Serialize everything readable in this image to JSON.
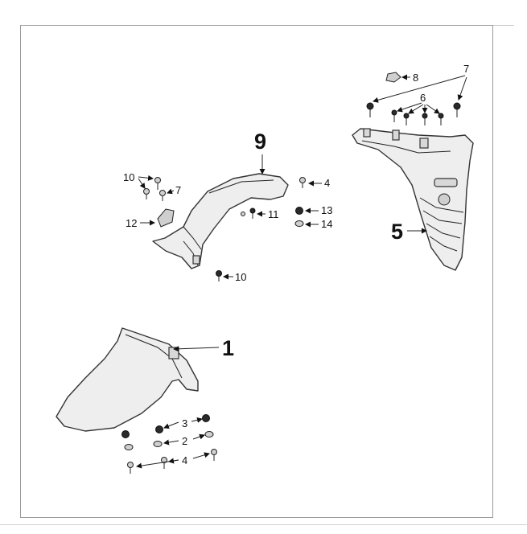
{
  "diagram": {
    "labels": {
      "fender_front": "1",
      "fender_rear_inner": "5",
      "fender_rear_upper": "9",
      "screw_10_top": "10",
      "clip_7_left": "7",
      "bracket_12": "12",
      "screw_4_top": "4",
      "screw_11": "11",
      "nut_13": "13",
      "washer_14": "14",
      "screw_10_bottom": "10",
      "nut_8": "8",
      "clip_7_right": "7",
      "screw_6": "6",
      "nut_3": "3",
      "washer_2": "2",
      "screw_4_bottom": "4"
    }
  }
}
